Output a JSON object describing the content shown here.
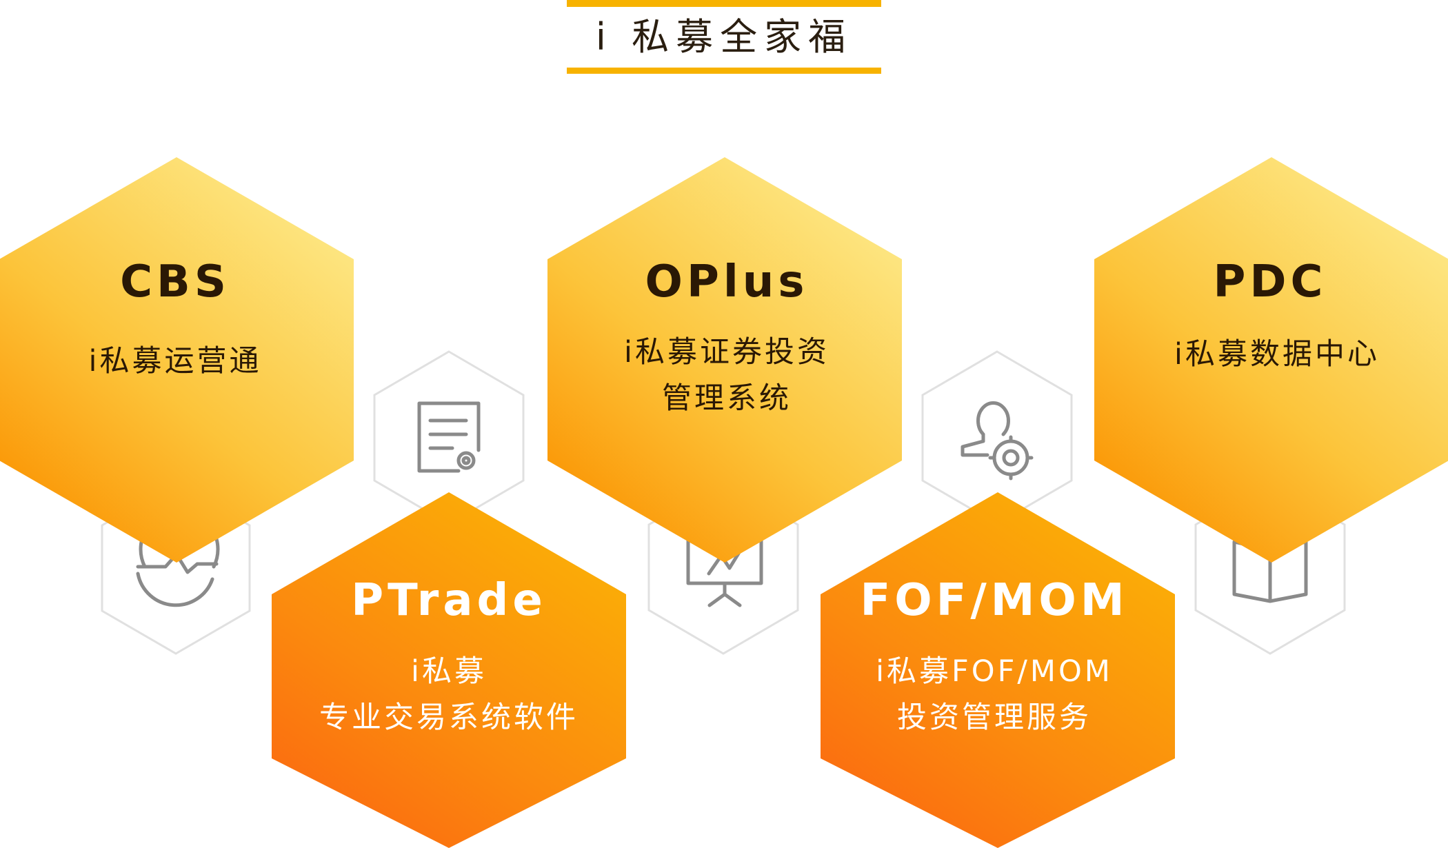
{
  "header": {
    "title": "i 私募全家福"
  },
  "products": [
    {
      "name": "CBS",
      "desc_lines": [
        "i私募运营通"
      ]
    },
    {
      "name": "OPlus",
      "desc_lines": [
        "i私募证券投资",
        "管理系统"
      ]
    },
    {
      "name": "PDC",
      "desc_lines": [
        "i私募数据中心"
      ]
    },
    {
      "name": "PTrade",
      "desc_lines": [
        "i私募",
        "专业交易系统软件"
      ]
    },
    {
      "name": "FOF/MOM",
      "desc_lines": [
        "i私募FOF/MOM",
        "投资管理服务"
      ]
    }
  ],
  "icons": [
    "operations-wave-icon",
    "document-settings-icon",
    "presentation-chart-icon",
    "user-settings-icon",
    "open-book-icon"
  ],
  "colors": {
    "accent": "#f7b200",
    "yellow_light": "#fde17a",
    "orange": "#fb9300",
    "orange_deep": "#fb6a10",
    "icon_gray": "#8a8a8a",
    "outline_gray": "#e0e0e0",
    "dark_text": "#2a1805"
  }
}
